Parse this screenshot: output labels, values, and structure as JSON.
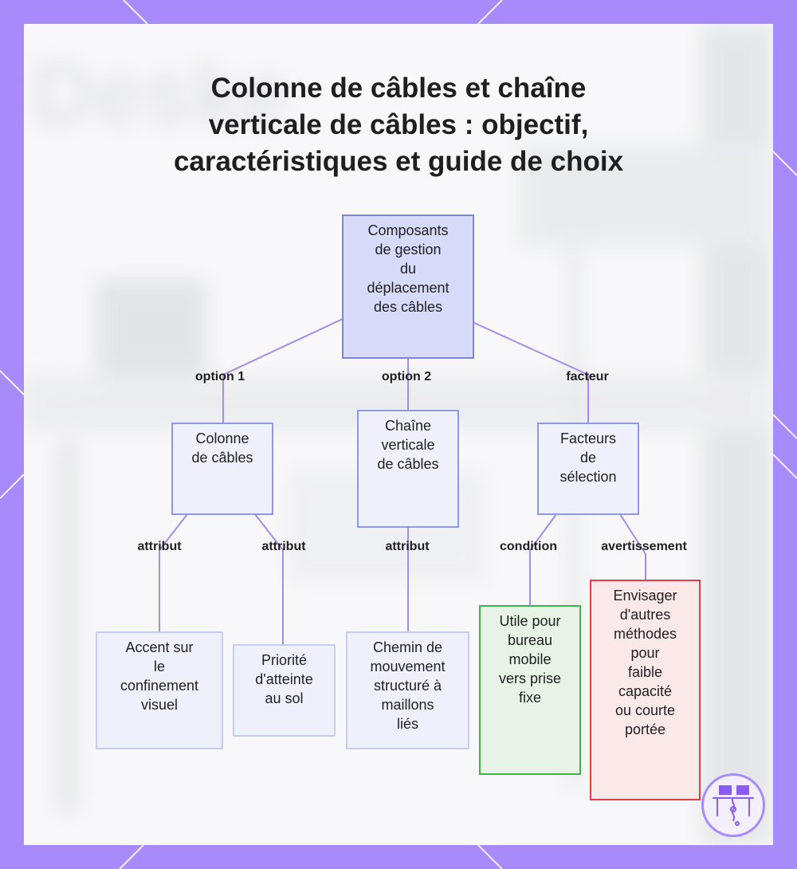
{
  "title": "Colonne de câbles et chaîne\nverticale de câbles : objectif,\ncaractéristiques et guide de choix",
  "background_watermark": "Deske",
  "colors": {
    "frame": "#a78bfa",
    "edge": "#a78bea",
    "root_fill": "#d8daf9",
    "condition_border": "#43b049",
    "warning_border": "#df3b48"
  },
  "nodes": {
    "root": "Composants\nde gestion\ndu\ndéplacement\ndes câbles",
    "colonne": "Colonne\nde câbles",
    "chaine": "Chaîne\nverticale\nde câbles",
    "facteurs": "Facteurs\nde\nsélection",
    "accent": "Accent sur\nle\nconfinement\nvisuel",
    "priorite": "Priorité\nd'atteinte\nau sol",
    "chemin": "Chemin de\nmouvement\nstructuré à\nmaillons\nliés",
    "utile": "Utile pour\nbureau\nmobile\nvers prise\nfixe",
    "envisager": "Envisager\nd'autres\nméthodes\npour\nfaible\ncapacité\nou courte\nportée"
  },
  "edge_labels": {
    "option1": "option 1",
    "option2": "option 2",
    "facteur": "facteur",
    "attribut_accent": "attribut",
    "attribut_priorite": "attribut",
    "attribut_chemin": "attribut",
    "condition": "condition",
    "avertissement": "avertissement"
  },
  "logo_icon": "desk-network-icon"
}
